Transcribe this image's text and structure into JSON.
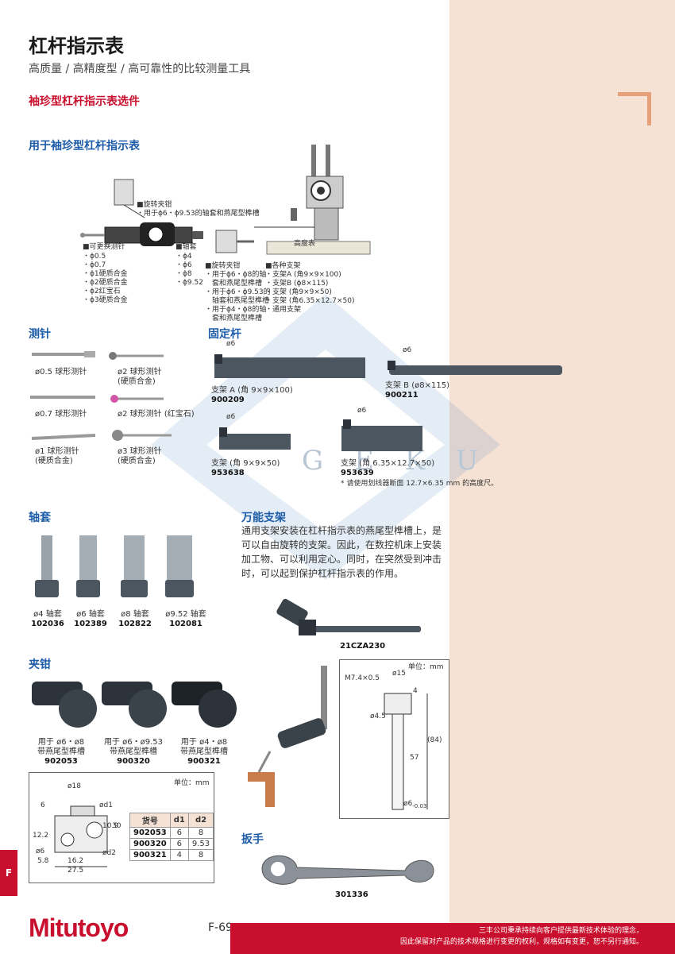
{
  "header": {
    "title": "杠杆指示表",
    "subtitle": "高质量 / 高精度型 / 高可靠性的比较测量工具",
    "section": "袖珍型杠杆指示表选件"
  },
  "overview": {
    "title": "用于袖珍型杠杆指示表",
    "clamp_label": "■旋转夹钳",
    "clamp_desc": "・用于ϕ6・ϕ9.53的轴套和燕尾型榫槽",
    "stylus_label": "■可更换测针",
    "stylus_items": [
      "・ϕ0.5",
      "・ϕ0.7",
      "・ϕ1硬质合金",
      "・ϕ2硬质合金",
      "・ϕ2红宝石",
      "・ϕ3硬质合金"
    ],
    "sleeve_label": "■轴套",
    "sleeve_items": [
      "・ϕ4",
      "・ϕ6",
      "・ϕ8",
      "・ϕ9.52"
    ],
    "clamp2_label": "■旋转夹钳",
    "clamp2_items": [
      "・用于ϕ6・ϕ8的轴",
      "　套和燕尾型榫槽",
      "・用于ϕ6・ϕ9.53的",
      "　轴套和燕尾型榫槽",
      "・用于ϕ4・ϕ8的轴",
      "　套和燕尾型榫槽"
    ],
    "holder_label": "■各种支架",
    "holder_items": [
      "・支架A (角9×9×100)",
      "・支架B (ϕ8×115)",
      "・支架 (角9×9×50)",
      "・支架 (角6.35×12.7×50)",
      "・通用支架"
    ],
    "height_gauge": "高度表"
  },
  "stylus": {
    "title": "测针",
    "items": [
      {
        "label": "ø0.5 球形测针",
        "sub": ""
      },
      {
        "label": "ø2 球形测针",
        "sub": "(硬质合金)"
      },
      {
        "label": "ø0.7 球形测针",
        "sub": ""
      },
      {
        "label": "ø2 球形测针 (红宝石)",
        "sub": ""
      },
      {
        "label": "ø1 球形测针",
        "sub": "(硬质合金)"
      },
      {
        "label": "ø3 球形测针",
        "sub": "(硬质合金)"
      }
    ]
  },
  "rods": {
    "title": "固定杆",
    "dim": "ø6",
    "items": [
      {
        "label": "支架 A (角 9×9×100)",
        "code": "900209"
      },
      {
        "label": "支架 B (ø8×115)",
        "code": "900211"
      },
      {
        "label": "支架 (角 9×9×50)",
        "code": "953638"
      },
      {
        "label": "支架 (角 6.35×12.7×50)",
        "code": "953639"
      }
    ],
    "note": "* 请使用划线器断面 12.7×6.35 mm 的高度尺。"
  },
  "sleeves": {
    "title": "轴套",
    "items": [
      {
        "label": "ø4 轴套",
        "code": "102036"
      },
      {
        "label": "ø6 轴套",
        "code": "102389"
      },
      {
        "label": "ø8 轴套",
        "code": "102822"
      },
      {
        "label": "ø9.52 轴套",
        "code": "102081"
      }
    ]
  },
  "universal": {
    "title": "万能支架",
    "lines": [
      "通用支架安装在杠杆指示表的燕尾型榫槽上，是",
      "可以自由旋转的支架。因此，在数控机床上安装",
      "加工物、可以利用定心。同时，在突然受到冲击",
      "时，可以起到保护杠杆指示表的作用。"
    ],
    "code": "21CZA230"
  },
  "clamps": {
    "title": "夹钳",
    "items": [
      {
        "l1": "用于 ø6・ø8",
        "l2": "带燕尾型榫槽",
        "code": "902053"
      },
      {
        "l1": "用于 ø6・ø9.53",
        "l2": "带燕尾型榫槽",
        "code": "900320"
      },
      {
        "l1": "用于 ø4・ø8",
        "l2": "带燕尾型榫槽",
        "code": "900321"
      }
    ]
  },
  "clamp_drawing": {
    "unit": "单位：mm",
    "dims": [
      "ø18",
      "ød1",
      "6",
      "10.9",
      "30",
      "12.2",
      "ø6",
      "ød2",
      "5.8",
      "16.2",
      "27.5"
    ],
    "table_header": [
      "货号",
      "d1",
      "d2"
    ],
    "rows": [
      [
        "902053",
        "6",
        "8"
      ],
      [
        "900320",
        "6",
        "9.53"
      ],
      [
        "900321",
        "4",
        "8"
      ]
    ]
  },
  "holder_drawing": {
    "unit": "单位：mm",
    "dims": [
      "M7.4×0.5",
      "ø15",
      "4",
      "ø4.5",
      "57",
      "(84)",
      "ø6"
    ],
    "tol": "-0.03"
  },
  "wrench": {
    "title": "扳手",
    "code": "301336"
  },
  "footer": {
    "tab": "F",
    "brand": "Mitutoyo",
    "page": "F-69",
    "line1": "三丰公司秉承持续向客户提供最新技术体验的理念，",
    "line2": "因此保留对产品的技术规格进行变更的权利，规格如有变更，恕不另行通知。",
    "watermark": "G E K U"
  },
  "colors": {
    "red": "#c8102e",
    "blue": "#1d5ca8",
    "panel": "#f6e2d5",
    "accent": "#e8a07a",
    "steel": "#5a6470"
  }
}
